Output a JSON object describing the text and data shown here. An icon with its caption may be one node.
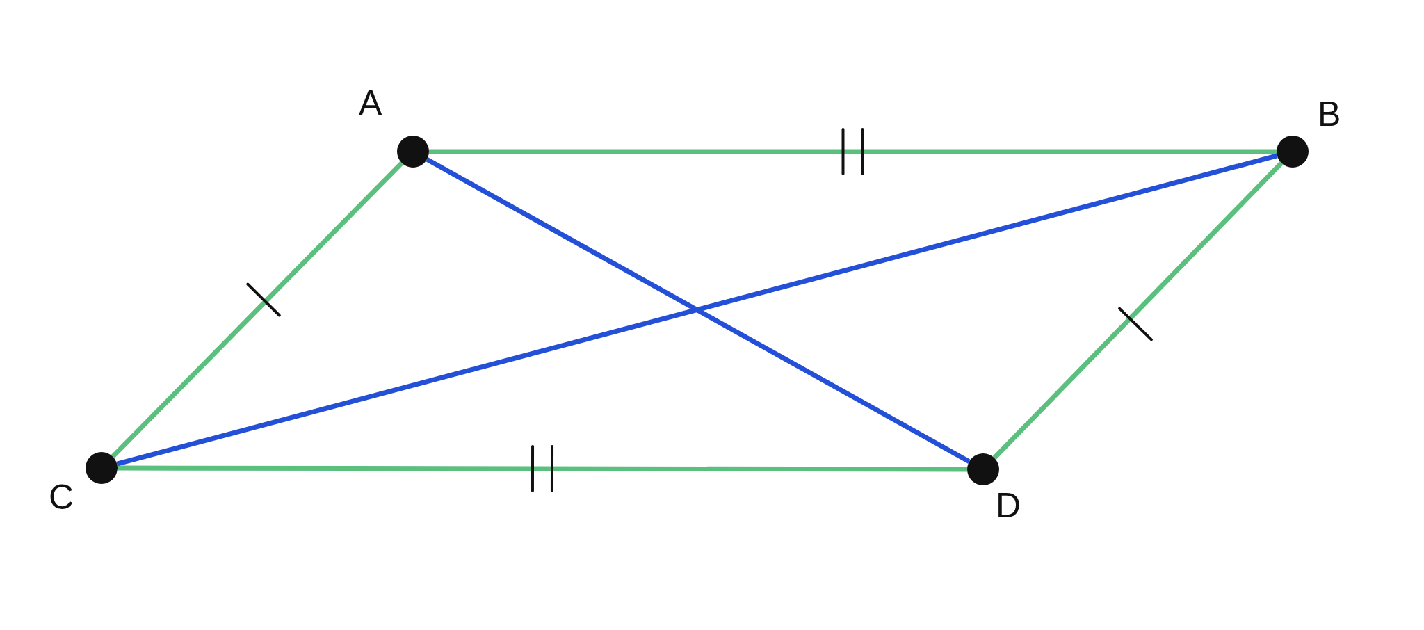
{
  "diagram": {
    "nodes": [
      {
        "text": [],
        "shape": "circle",
        "beside": [
          "A"
        ]
      },
      {
        "text": [],
        "shape": "circle",
        "beside": [
          "B"
        ]
      },
      {
        "text": [],
        "shape": "circle",
        "beside": [
          "C"
        ]
      },
      {
        "text": [],
        "shape": "circle",
        "beside": [
          "D"
        ]
      }
    ],
    "edges": [
      {
        "from": 0,
        "to": 1,
        "arrow": "none"
      },
      {
        "from": 2,
        "to": 3,
        "arrow": "none"
      },
      {
        "from": 0,
        "to": 2,
        "arrow": "none"
      },
      {
        "from": 1,
        "to": 3,
        "arrow": "none"
      },
      {
        "from": 0,
        "to": 3,
        "arrow": "none",
        "color": "#2450d8"
      },
      {
        "from": 2,
        "to": 1,
        "arrow": "none",
        "color": "#2450d8"
      }
    ]
  }
}
